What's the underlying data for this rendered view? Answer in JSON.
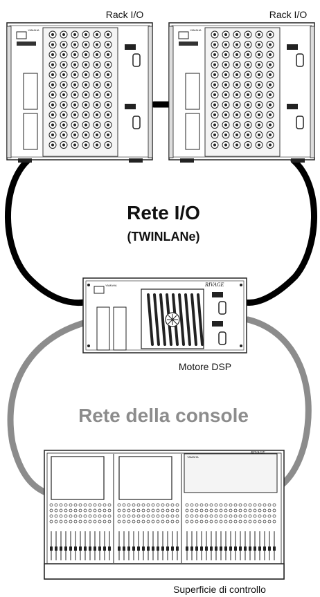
{
  "labels": {
    "rack_io_left": "Rack I/O",
    "rack_io_right": "Rack I/O",
    "io_network_title": "Rete I/O",
    "io_network_subtitle": "(TWINLANe)",
    "dsp_engine": "Motore DSP",
    "console_network": "Rete della console",
    "control_surface": "Superficie di controllo"
  },
  "device_text": {
    "brand": "YAMAHA",
    "dsp_model": "RIVAGE",
    "surface_model": "RIVAGE"
  },
  "colors": {
    "io_network_cable": "#000000",
    "console_network_cable": "#8c8c8c",
    "console_network_text": "#8c8c8c",
    "device_outline": "#222222",
    "device_fill": "#ffffff"
  }
}
